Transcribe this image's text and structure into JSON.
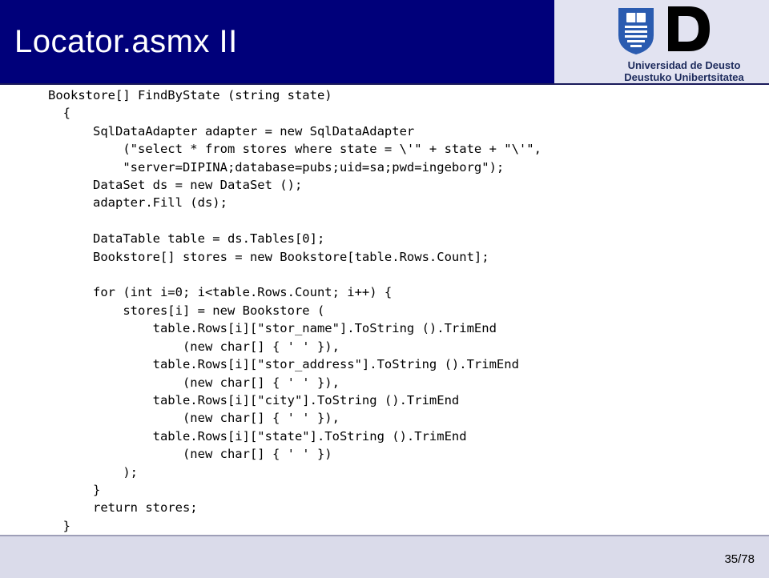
{
  "slide": {
    "title": "Locator.asmx II",
    "logo": {
      "line1": "Universidad de Deusto",
      "line2": "Deustuko Unibertsitatea",
      "icon": "deusto-shield-and-d-logo"
    },
    "code": "Bookstore[] FindByState (string state)\n  {\n      SqlDataAdapter adapter = new SqlDataAdapter\n          (\"select * from stores where state = \\'\" + state + \"\\'\",\n          \"server=DIPINA;database=pubs;uid=sa;pwd=ingeborg\");\n      DataSet ds = new DataSet ();\n      adapter.Fill (ds);\n\n      DataTable table = ds.Tables[0];\n      Bookstore[] stores = new Bookstore[table.Rows.Count];\n\n      for (int i=0; i<table.Rows.Count; i++) {\n          stores[i] = new Bookstore (\n              table.Rows[i][\"stor_name\"].ToString ().TrimEnd\n                  (new char[] { ' ' }),\n              table.Rows[i][\"stor_address\"].ToString ().TrimEnd\n                  (new char[] { ' ' }),\n              table.Rows[i][\"city\"].ToString ().TrimEnd\n                  (new char[] { ' ' }),\n              table.Rows[i][\"state\"].ToString ().TrimEnd\n                  (new char[] { ' ' })\n          );\n      }\n      return stores;\n  }\n}",
    "page_number": "35/78"
  },
  "colors": {
    "header_bg": "#00007a",
    "header_panel": "#e2e3f1",
    "logo_blue": "#2a5bb0",
    "logo_dark": "#1c2a5c",
    "footer_bg": "#dadbea"
  }
}
